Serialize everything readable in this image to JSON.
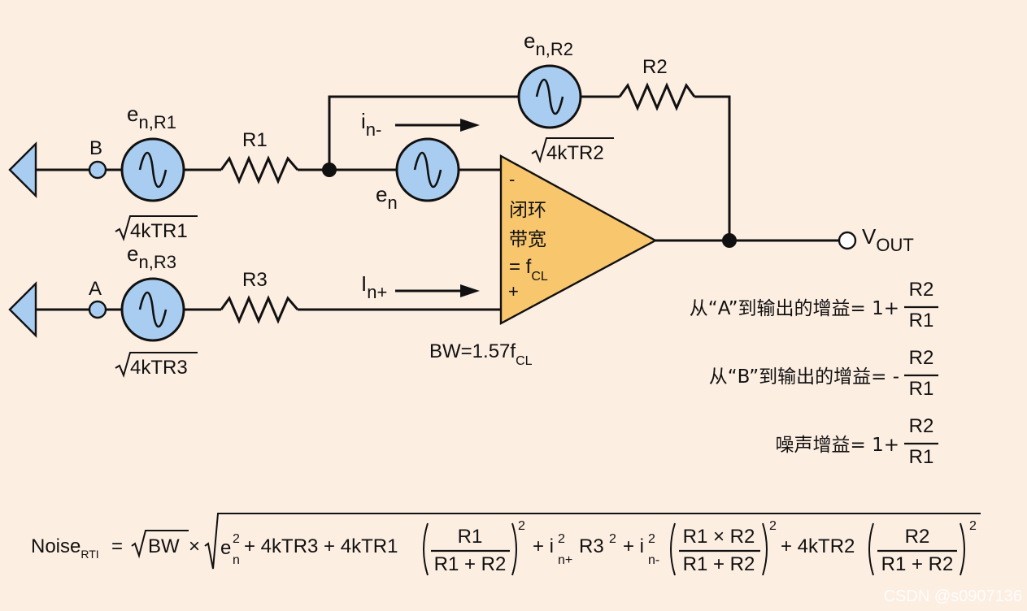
{
  "labels": {
    "node_b": "B",
    "node_a": "A",
    "en": "e",
    "en_sub": "n",
    "en_r1": "e",
    "en_r1_sub": "n,R1",
    "en_r2": "e",
    "en_r2_sub": "n,R2",
    "en_r3": "e",
    "en_r3_sub": "n,R3",
    "r1": "R1",
    "r2": "R2",
    "r3": "R3",
    "sqrt_r1": "4kTR1",
    "sqrt_r2": "4kTR2",
    "sqrt_r3": "4kTR3",
    "in_minus": "i",
    "in_minus_sub": "n-",
    "in_plus": "I",
    "in_plus_sub": "n+",
    "minus_sign": "-",
    "plus_sign": "+",
    "opamp_line1": "闭环",
    "opamp_line2": "带宽",
    "opamp_line3": "= f",
    "opamp_line3_sub": "CL",
    "bw": "BW=1.57f",
    "bw_sub": "CL",
    "vout": "V",
    "vout_sub": "OUT"
  },
  "gains": {
    "a_prefix": "从“A”到输出的增益= 1+",
    "b_prefix": "从“B”到输出的增益= -",
    "noise_prefix": "噪声增益= 1+",
    "num": "R2",
    "den": "R1"
  },
  "formula": {
    "noise": "Noise",
    "noise_sub": "RTI",
    "eq": "=",
    "bw": "BW",
    "times": "×",
    "e": "e",
    "e_sup": "2",
    "e_sub": "n",
    "t1": "+ 4kTR3 + 4kTR1",
    "f1_num": "R1",
    "f1_den": "R1 + R2",
    "sq": "2",
    "t2": "+ i",
    "i_sup": "2",
    "i_plus_sub": "n+",
    "t3": "R3",
    "t3_sup": "2",
    "t4": "+ i",
    "i_minus_sub": "n-",
    "f2_num": "R1 × R2",
    "f2_den": "R1 + R2",
    "t5": "+ 4kTR2",
    "f3_num": "R2",
    "f3_den": "R1 + R2"
  },
  "watermark": "CSDN @s0907136",
  "colors": {
    "background": "#fdeee2",
    "source": "#a8cdf0",
    "opamp": "#f8c66c"
  }
}
